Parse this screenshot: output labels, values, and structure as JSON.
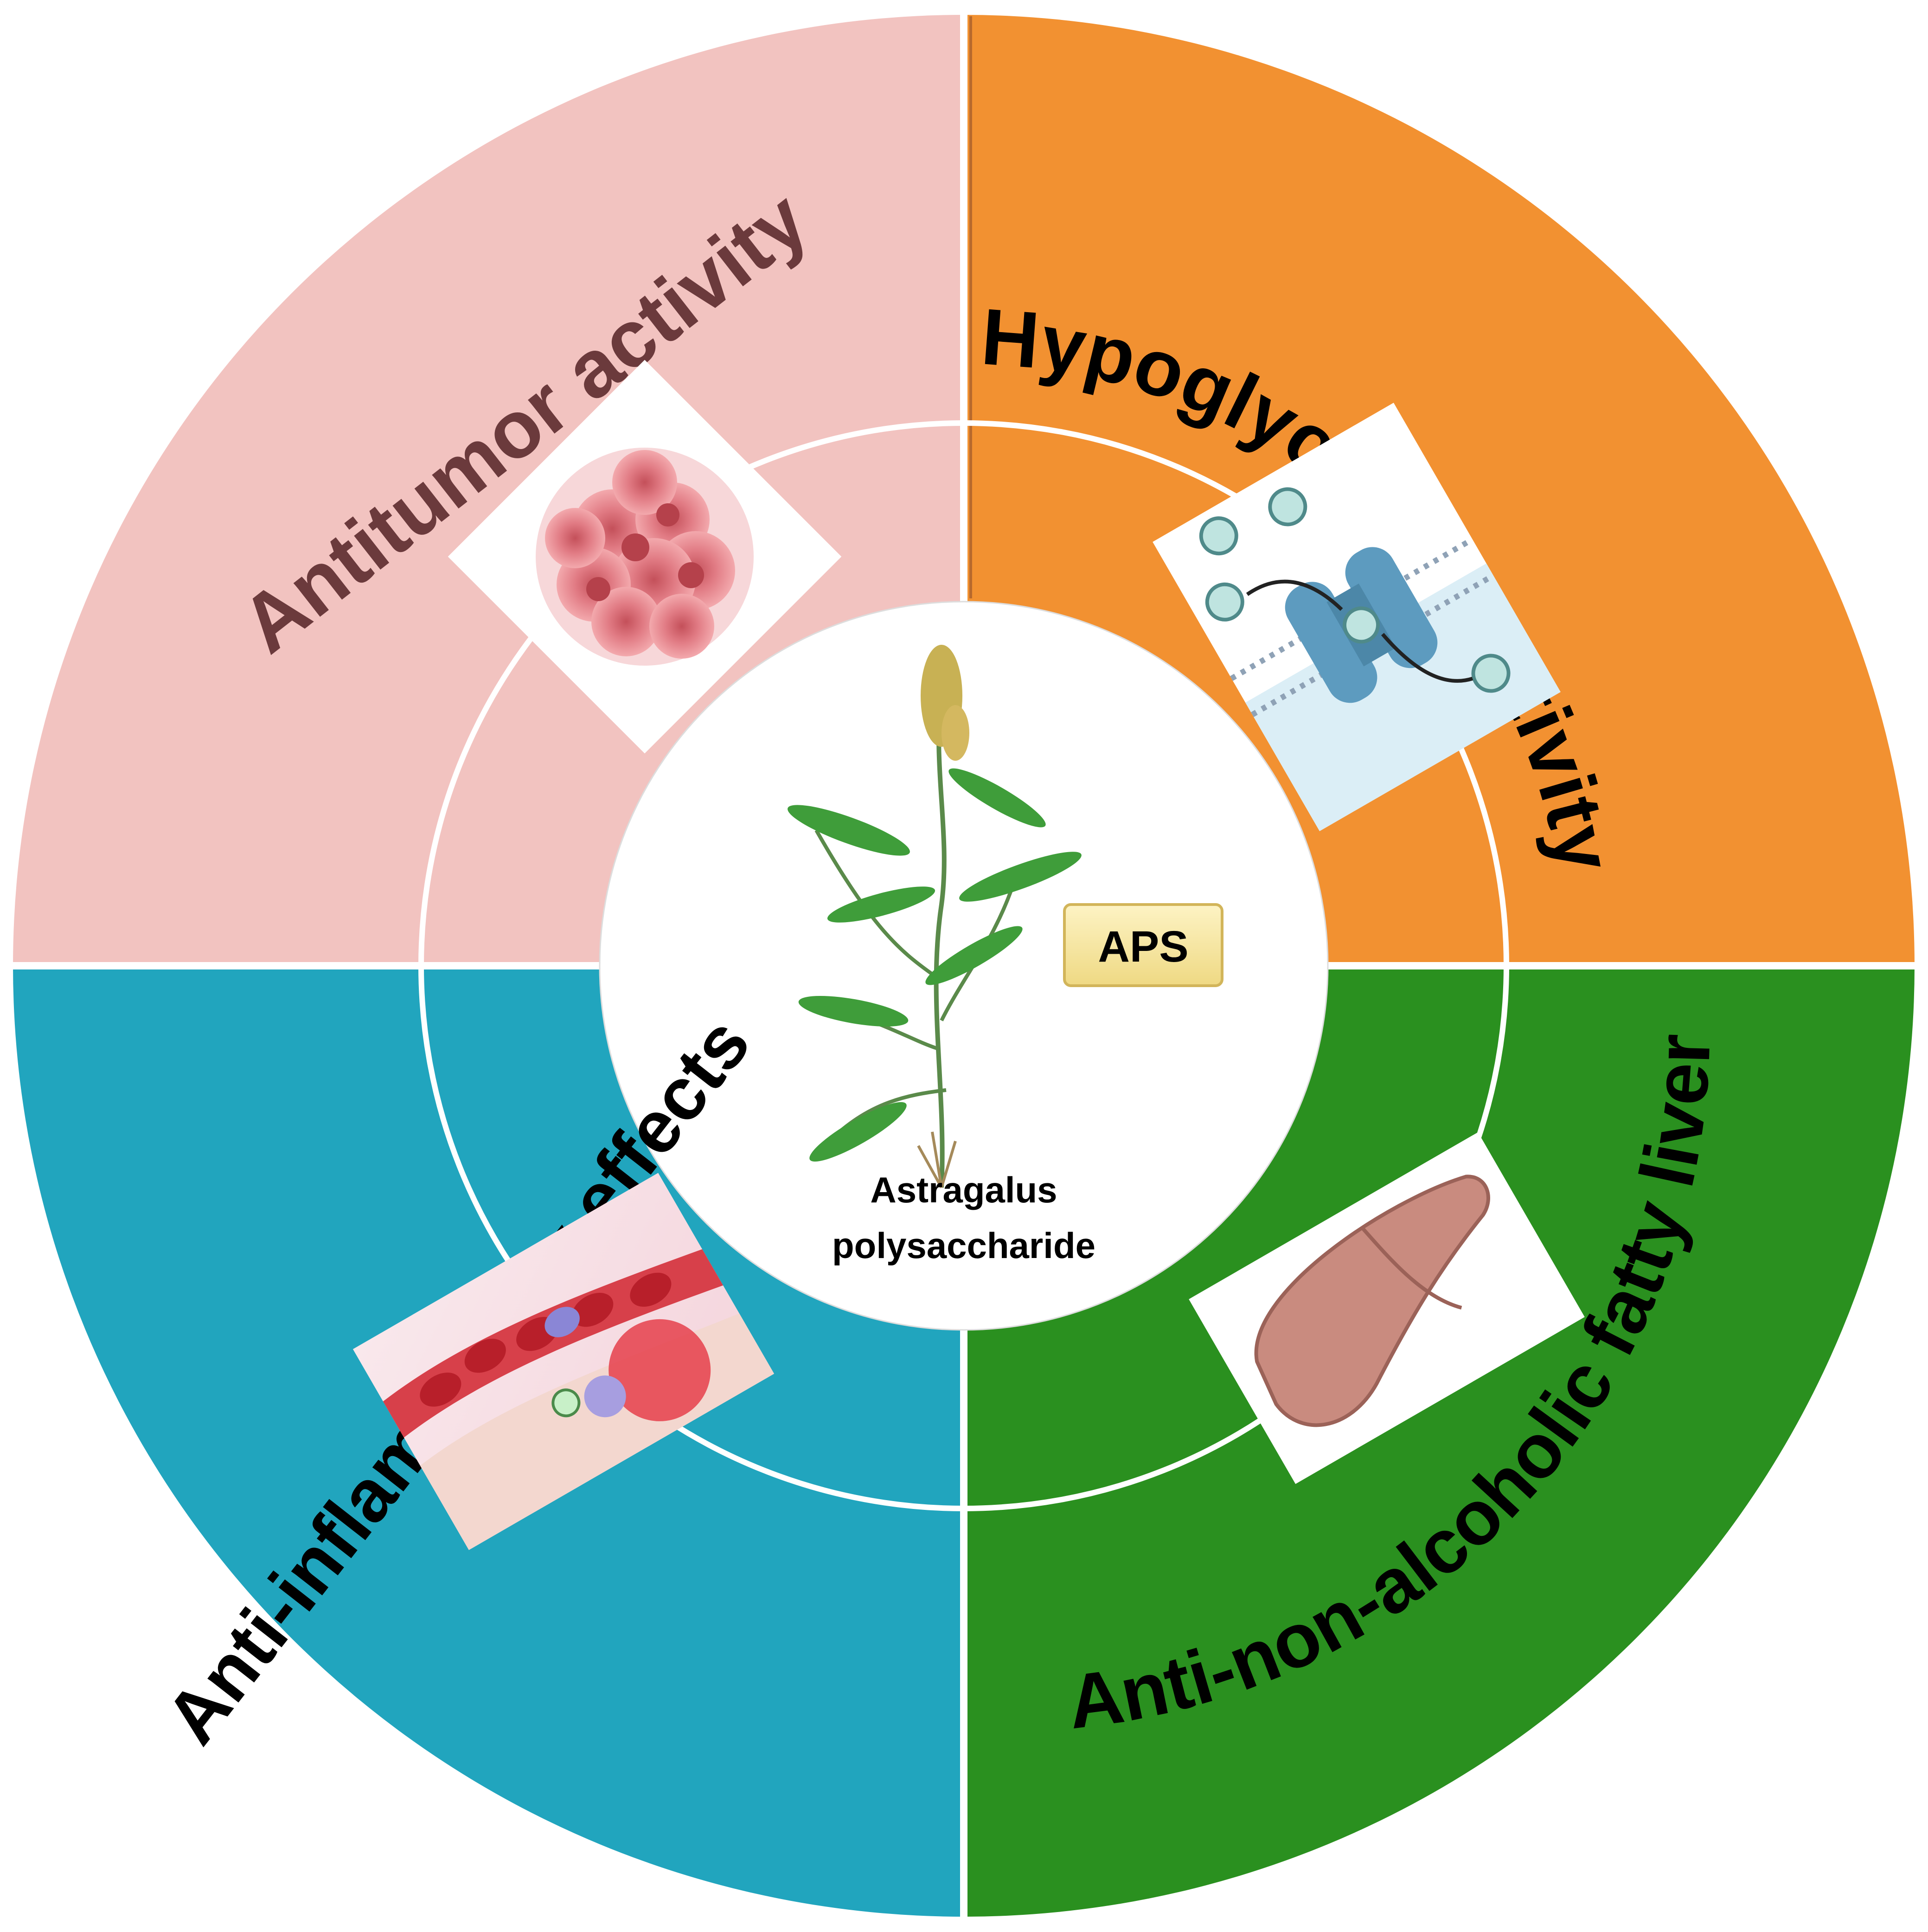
{
  "center": {
    "plant_name_line1": "Astragalus",
    "plant_name_line2": "polysaccharide",
    "badge": "APS"
  },
  "quadrants": [
    {
      "id": "antitumor",
      "title": "Antitumor activity",
      "color": "#f2c3c0",
      "text_color": "#6b3a3c",
      "icon": "tumor-cell-cluster-icon"
    },
    {
      "id": "hypoglycemic",
      "title": "Hypoglycemic activity",
      "color": "#f29131",
      "text_color": "#000000",
      "icon": "membrane-glucose-transporter-icon"
    },
    {
      "id": "anti-nafld",
      "title": "Anti-non-alcoholic fatty liver",
      "color": "#2a901f",
      "text_color": "#000000",
      "icon": "liver-icon"
    },
    {
      "id": "anti-inflammatory",
      "title": "Anti-inflammatory effects",
      "color": "#21a5be",
      "text_color": "#000000",
      "icon": "inflamed-blood-vessel-icon"
    }
  ],
  "colors": {
    "divider": "#ffffff",
    "badge_fill": "#f7e7a6",
    "plant_leaf": "#3f9d3a",
    "plant_flower": "#c8b154"
  }
}
